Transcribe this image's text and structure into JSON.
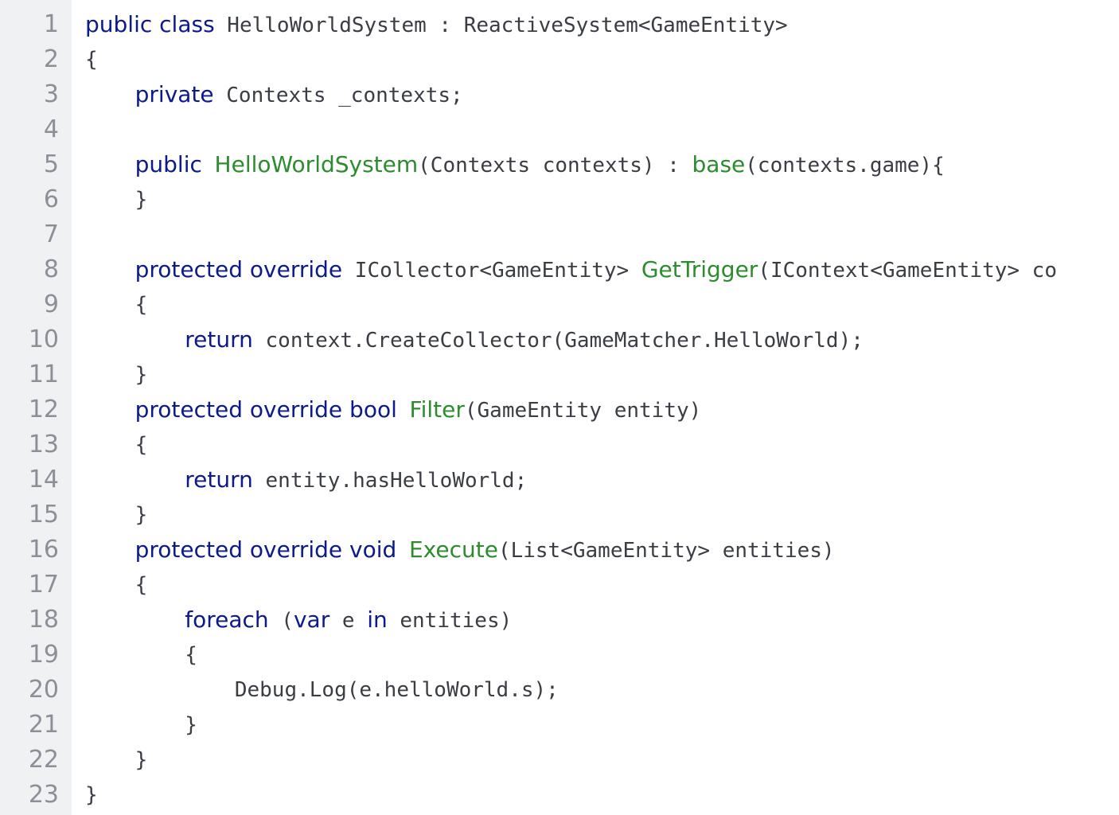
{
  "editor": {
    "language": "C#",
    "colors": {
      "background": "#ffffff",
      "gutter": "#f0f1f3",
      "line_number": "#8b8f98",
      "keyword": "#0c1a8a",
      "function": "#2c8c2e",
      "text": "#3a3d44"
    },
    "lines": [
      {
        "n": "1",
        "tokens": [
          {
            "t": "kw",
            "v": "public class"
          },
          {
            "t": "tx",
            "v": " HelloWorldSystem : ReactiveSystem<GameEntity>"
          }
        ]
      },
      {
        "n": "2",
        "tokens": [
          {
            "t": "tx",
            "v": "{"
          }
        ]
      },
      {
        "n": "3",
        "tokens": [
          {
            "t": "tx",
            "v": "    "
          },
          {
            "t": "kw",
            "v": "private"
          },
          {
            "t": "tx",
            "v": " Contexts _contexts;"
          }
        ]
      },
      {
        "n": "4",
        "tokens": []
      },
      {
        "n": "5",
        "tokens": [
          {
            "t": "tx",
            "v": "    "
          },
          {
            "t": "kw",
            "v": "public"
          },
          {
            "t": "tx",
            "v": " "
          },
          {
            "t": "fn",
            "v": "HelloWorldSystem"
          },
          {
            "t": "tx",
            "v": "(Contexts contexts) : "
          },
          {
            "t": "fn",
            "v": "base"
          },
          {
            "t": "tx",
            "v": "(contexts.game){"
          }
        ]
      },
      {
        "n": "6",
        "tokens": [
          {
            "t": "tx",
            "v": "    }"
          }
        ]
      },
      {
        "n": "7",
        "tokens": []
      },
      {
        "n": "8",
        "tokens": [
          {
            "t": "tx",
            "v": "    "
          },
          {
            "t": "kw",
            "v": "protected override"
          },
          {
            "t": "tx",
            "v": " ICollector<GameEntity> "
          },
          {
            "t": "fn",
            "v": "GetTrigger"
          },
          {
            "t": "tx",
            "v": "(IContext<GameEntity> co"
          }
        ]
      },
      {
        "n": "9",
        "tokens": [
          {
            "t": "tx",
            "v": "    {"
          }
        ]
      },
      {
        "n": "10",
        "tokens": [
          {
            "t": "tx",
            "v": "        "
          },
          {
            "t": "kw",
            "v": "return"
          },
          {
            "t": "tx",
            "v": " context.CreateCollector(GameMatcher.HelloWorld);"
          }
        ]
      },
      {
        "n": "11",
        "tokens": [
          {
            "t": "tx",
            "v": "    }"
          }
        ]
      },
      {
        "n": "12",
        "tokens": [
          {
            "t": "tx",
            "v": "    "
          },
          {
            "t": "kw",
            "v": "protected override bool"
          },
          {
            "t": "tx",
            "v": " "
          },
          {
            "t": "fn",
            "v": "Filter"
          },
          {
            "t": "tx",
            "v": "(GameEntity entity)"
          }
        ]
      },
      {
        "n": "13",
        "tokens": [
          {
            "t": "tx",
            "v": "    {"
          }
        ]
      },
      {
        "n": "14",
        "tokens": [
          {
            "t": "tx",
            "v": "        "
          },
          {
            "t": "kw",
            "v": "return"
          },
          {
            "t": "tx",
            "v": " entity.hasHelloWorld;"
          }
        ]
      },
      {
        "n": "15",
        "tokens": [
          {
            "t": "tx",
            "v": "    }"
          }
        ]
      },
      {
        "n": "16",
        "tokens": [
          {
            "t": "tx",
            "v": "    "
          },
          {
            "t": "kw",
            "v": "protected override void"
          },
          {
            "t": "tx",
            "v": " "
          },
          {
            "t": "fn",
            "v": "Execute"
          },
          {
            "t": "tx",
            "v": "(List<GameEntity> entities)"
          }
        ]
      },
      {
        "n": "17",
        "tokens": [
          {
            "t": "tx",
            "v": "    {"
          }
        ]
      },
      {
        "n": "18",
        "tokens": [
          {
            "t": "tx",
            "v": "        "
          },
          {
            "t": "kw",
            "v": "foreach"
          },
          {
            "t": "tx",
            "v": " ("
          },
          {
            "t": "kw",
            "v": "var"
          },
          {
            "t": "tx",
            "v": " e "
          },
          {
            "t": "kw",
            "v": "in"
          },
          {
            "t": "tx",
            "v": " entities)"
          }
        ]
      },
      {
        "n": "19",
        "tokens": [
          {
            "t": "tx",
            "v": "        {"
          }
        ]
      },
      {
        "n": "20",
        "tokens": [
          {
            "t": "tx",
            "v": "            Debug.Log(e.helloWorld.s);"
          }
        ]
      },
      {
        "n": "21",
        "tokens": [
          {
            "t": "tx",
            "v": "        }"
          }
        ]
      },
      {
        "n": "22",
        "tokens": [
          {
            "t": "tx",
            "v": "    }"
          }
        ]
      },
      {
        "n": "23",
        "tokens": [
          {
            "t": "tx",
            "v": "}"
          }
        ]
      }
    ]
  }
}
